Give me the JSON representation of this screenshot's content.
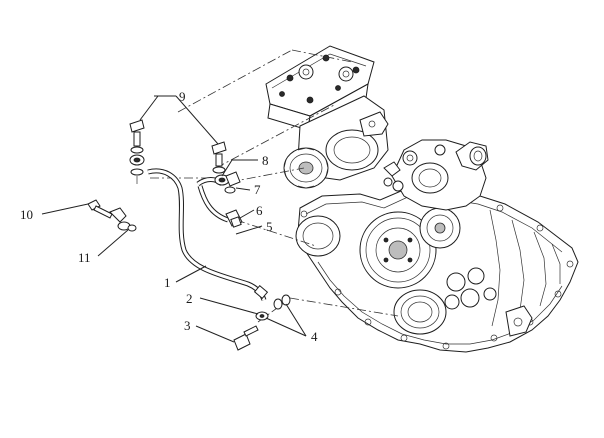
{
  "callouts": {
    "c1": "1",
    "c2": "2",
    "c3": "3",
    "c4": "4",
    "c5": "5",
    "c6": "6",
    "c7": "7",
    "c8": "8",
    "c9": "9",
    "c10": "10",
    "c11": "11"
  },
  "colors": {
    "line": "#1e1e1e",
    "background": "#ffffff"
  }
}
